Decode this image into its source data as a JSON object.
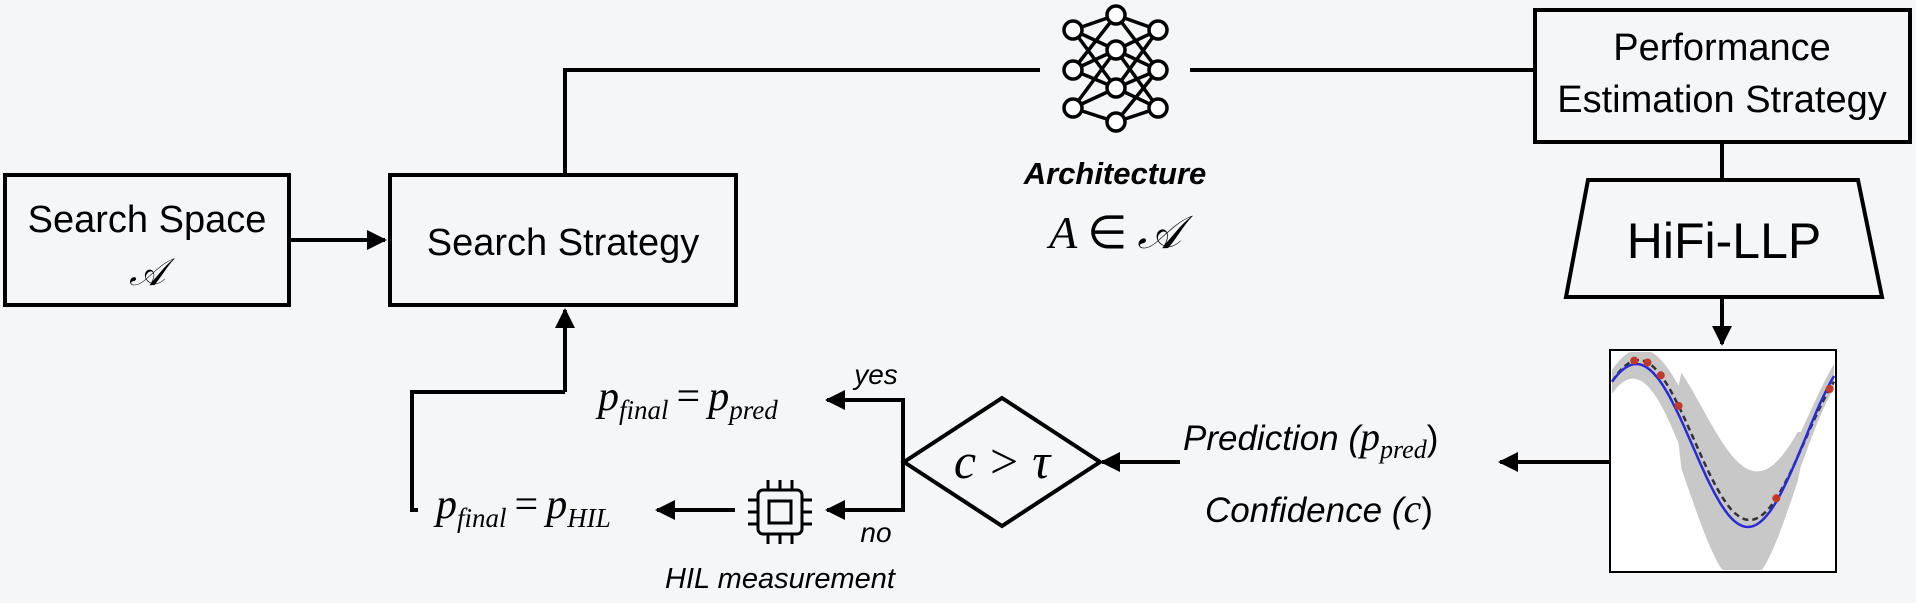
{
  "nodes": {
    "search_space": {
      "title": "Search Space",
      "symbol": "𝒜"
    },
    "search_strategy": {
      "title": "Search Strategy"
    },
    "performance_estimation": {
      "line1": "Performance",
      "line2": "Estimation Strategy"
    },
    "hifi_llp": {
      "title": "HiFi-LLP"
    },
    "architecture": {
      "title": "Architecture",
      "math_a": "A",
      "math_in": "∈",
      "math_set": "𝒜"
    },
    "decision": {
      "lhs": "c",
      "op": ">",
      "rhs": "τ"
    },
    "prediction": {
      "prefix": "Prediction (",
      "var": "p",
      "sub": "pred",
      "suffix": ")"
    },
    "confidence": {
      "prefix": "Confidence (",
      "var": "c",
      "suffix": ")"
    },
    "hil": {
      "caption": "HIL measurement"
    },
    "final_pred": {
      "lhs": "p",
      "lhs_sub": "final",
      "eq": "=",
      "rhs": "p",
      "rhs_sub": "pred"
    },
    "final_hil": {
      "lhs": "p",
      "lhs_sub": "final",
      "eq": "=",
      "rhs": "p",
      "rhs_sub": "HIL"
    },
    "edge_yes": "yes",
    "edge_no": "no"
  },
  "plot": {
    "colors": {
      "mean": "#2b2bd6",
      "truth": "#333333",
      "band": "#c8c8c8",
      "points": "#c0392b"
    },
    "observations": 6
  }
}
